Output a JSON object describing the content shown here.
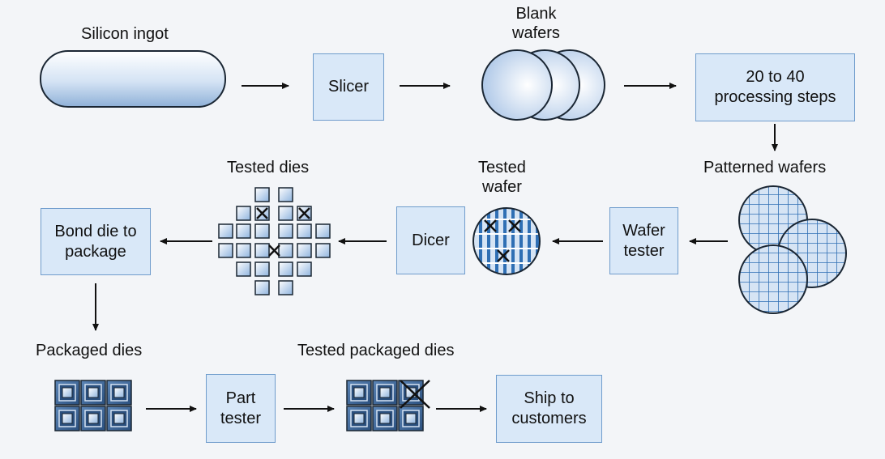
{
  "labels": {
    "silicon_ingot": "Silicon ingot",
    "blank_wafers": "Blank\nwafers",
    "patterned_wafers": "Patterned wafers",
    "tested_wafer": "Tested\nwafer",
    "tested_dies": "Tested dies",
    "packaged_dies": "Packaged dies",
    "tested_packaged_dies": "Tested packaged dies"
  },
  "boxes": {
    "slicer": "Slicer",
    "processing": "20 to 40\nprocessing steps",
    "wafer_tester": "Wafer\ntester",
    "dicer": "Dicer",
    "bond_die": "Bond die to\npackage",
    "part_tester": "Part\ntester",
    "ship": "Ship to\ncustomers"
  },
  "colors": {
    "box_fill": "#d9e8f8",
    "box_border": "#6f9ccc",
    "wafer_grid": "#2f6fb4",
    "arrow": "#111111"
  }
}
